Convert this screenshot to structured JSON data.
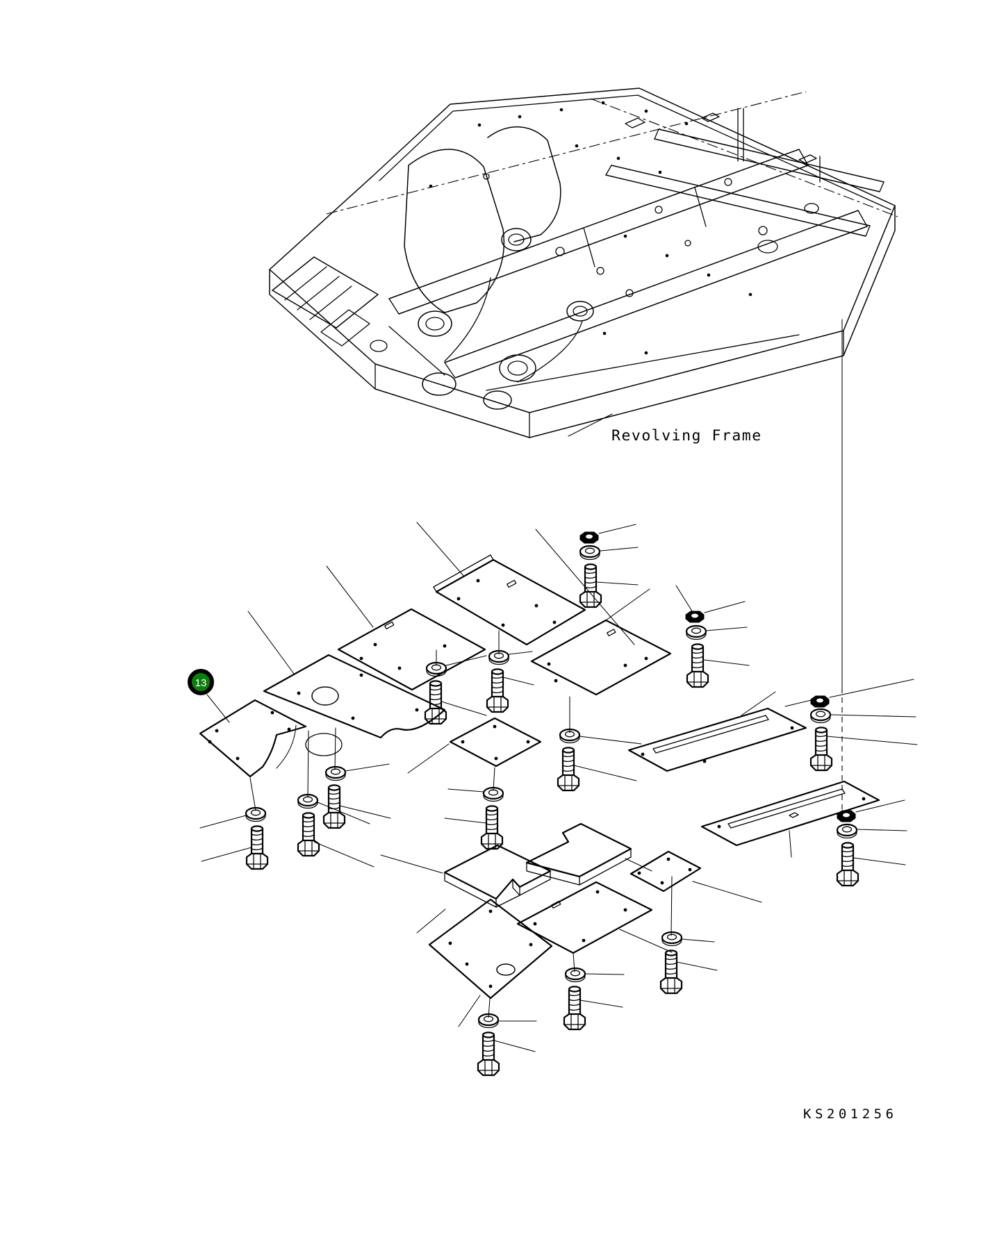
{
  "page": {
    "background": "#ffffff",
    "ink": "#000000"
  },
  "captions": {
    "frame": "Revolving Frame",
    "drawing_number": "KS201256"
  },
  "callout": {
    "number": "13",
    "fill": "#0B7E0B",
    "ring": "#000000",
    "text_color": "#ffffff"
  },
  "inventory": {
    "plate_count": 13,
    "bolt_count": 14,
    "washer_count": 14,
    "nut_count": 4
  }
}
